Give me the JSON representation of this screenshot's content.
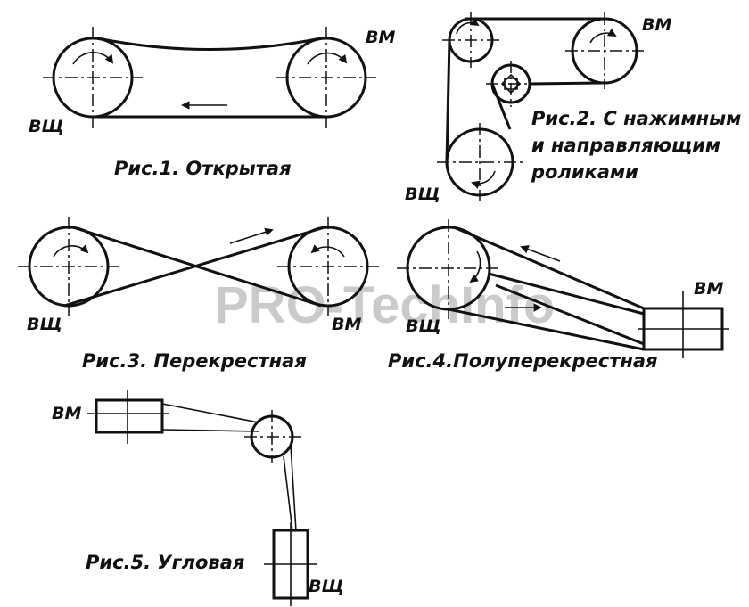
{
  "watermark": "PRO-TechInfo",
  "figures": [
    {
      "id": "fig1",
      "caption": "Рис.1. Открытая",
      "drive_label": "ВЩ",
      "driven_label": "ВМ"
    },
    {
      "id": "fig2",
      "caption_lines": [
        "Рис.2. С нажимным",
        "и направляющим",
        "роликами"
      ],
      "drive_label": "ВЩ",
      "driven_label": "ВМ"
    },
    {
      "id": "fig3",
      "caption": "Рис.3. Перекрестная",
      "drive_label": "ВЩ",
      "driven_label": "ВМ"
    },
    {
      "id": "fig4",
      "caption": "Рис.4.Полуперекрестная",
      "drive_label": "ВЩ",
      "driven_label": "ВМ"
    },
    {
      "id": "fig5",
      "caption": "Рис.5. Угловая",
      "drive_label": "ВЩ",
      "driven_label": "ВМ"
    }
  ]
}
